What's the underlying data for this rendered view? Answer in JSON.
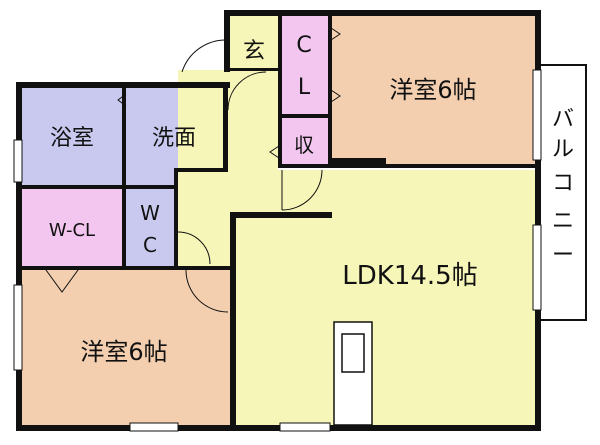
{
  "rooms": {
    "genkan": "玄",
    "closet_c": "C",
    "closet_l": "L",
    "shuno": "収",
    "yoshitsu_ne": "洋室6帖",
    "yokushitsu": "浴室",
    "senmen": "洗面",
    "wcl": "W-CL",
    "wc_w": "W",
    "wc_c": "C",
    "ldk": "LDK14.5帖",
    "yoshitsu_sw": "洋室6帖",
    "balcony": [
      "バ",
      "ル",
      "コ",
      "ニ",
      "ー"
    ]
  },
  "colors": {
    "bedroom": "#f3cfb0",
    "bathroom": "#c9c9ef",
    "closet": "#f2c6ef",
    "ldk": "#f6f6b8",
    "hall": "#f6f6b8",
    "wall": "#111111",
    "balcony": "#ffffff"
  }
}
